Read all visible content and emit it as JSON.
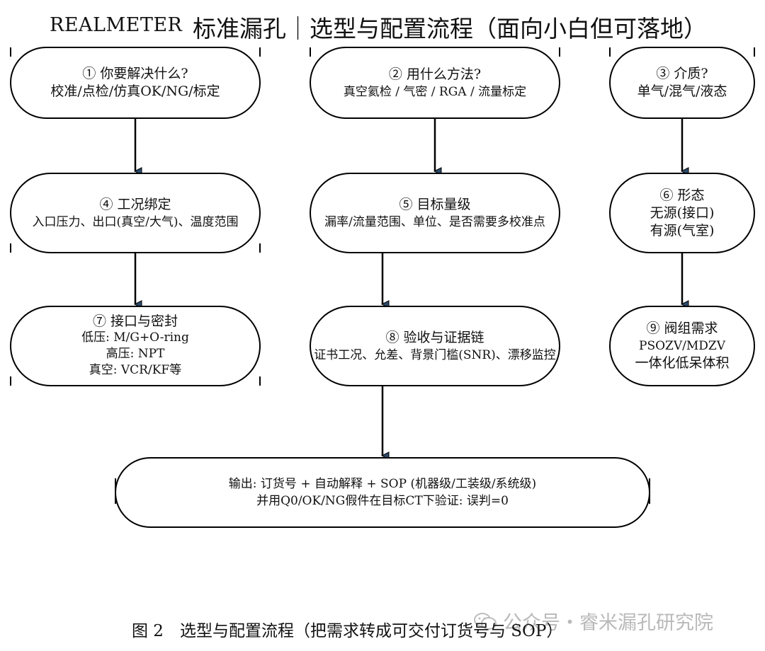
{
  "header": {
    "brand": "REALMETER",
    "title": "标准漏孔｜选型与配置流程（面向小白但可落地）"
  },
  "nodes": [
    {
      "id": "n1",
      "lines": [
        "① 你要解决什么?",
        "校准/点检/仿真OK/NG/标定"
      ]
    },
    {
      "id": "n2",
      "lines": [
        "② 用什么方法?",
        "真空氦检 / 气密 / RGA / 流量标定"
      ]
    },
    {
      "id": "n3",
      "lines": [
        "③ 介质?",
        "单气/混气/液态"
      ]
    },
    {
      "id": "n4",
      "lines": [
        "④ 工况绑定",
        "入口压力、出口(真空/大气)、温度范围"
      ]
    },
    {
      "id": "n5",
      "lines": [
        "⑤ 目标量级",
        "漏率/流量范围、单位、是否需要多校准点"
      ]
    },
    {
      "id": "n6",
      "lines": [
        "⑥ 形态",
        "无源(接口)",
        "有源(气室)"
      ]
    },
    {
      "id": "n7",
      "lines": [
        "⑦ 接口与密封",
        "低压: M/G+O-ring",
        "高压: NPT",
        "真空: VCR/KF等"
      ]
    },
    {
      "id": "n8",
      "lines": [
        "⑧ 验收与证据链",
        "证书工况、允差、背景门槛(SNR)、漂移监控"
      ]
    },
    {
      "id": "n9",
      "lines": [
        "⑨ 阀组需求",
        "PSOZV/MDZV",
        "一体化低呆体积"
      ]
    },
    {
      "id": "n10",
      "lines": [
        "输出: 订货号 + 自动解释 + SOP (机器级/工装级/系统级)",
        "并用Q0/OK/NG假件在目标CT下验证: 误判=0"
      ]
    }
  ],
  "edges": [
    {
      "from": "n1",
      "to": "n4"
    },
    {
      "from": "n2",
      "to": "n5"
    },
    {
      "from": "n3",
      "to": "n6"
    },
    {
      "from": "n4",
      "to": "n7"
    },
    {
      "from": "n5",
      "to": "n8"
    },
    {
      "from": "n6",
      "to": "n9"
    },
    {
      "from": "n8",
      "to": "n10"
    }
  ],
  "caption": "图 2　选型与配置流程（把需求转成可交付订货号与 SOP）",
  "watermark": "公众号・睿米漏孔研究院"
}
